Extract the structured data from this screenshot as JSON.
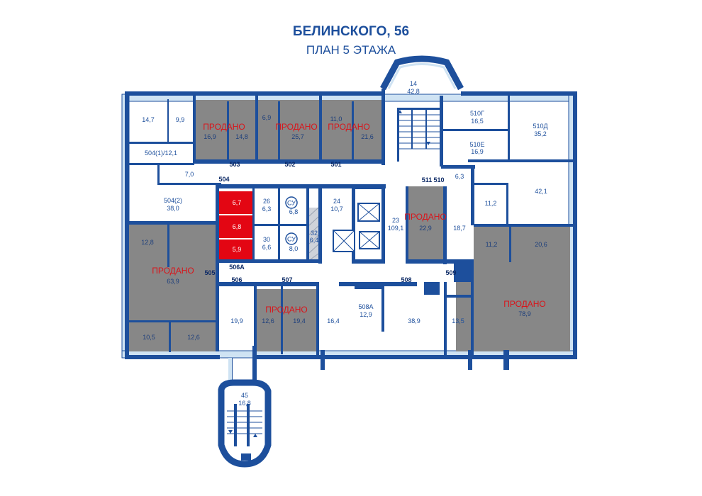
{
  "header": {
    "title": "БЕЛИНСКОГО, 56",
    "subtitle": "ПЛАН 5 ЭТАЖА"
  },
  "sold_label": "ПРОДАНО",
  "sc_label": "СУ",
  "colors": {
    "wall": "#1d4f9c",
    "sold": "#878787",
    "highlight": "#e30613",
    "sold_text": "#d9151b",
    "window": "#cfe3f3"
  },
  "rooms": {
    "r14_7": "14,7",
    "r9_9": "9,9",
    "r504_1": "504(1)/12,1",
    "r7_0": "7,0",
    "r504_2_num": "504(2)",
    "r504_2_area": "38,0",
    "r16_9": "16,9",
    "r14_8": "14,8",
    "r6_9": "6,9",
    "r25_7": "25,7",
    "r11_0": "11,0",
    "r21_6": "21,6",
    "r14_num": "14",
    "r14_area": "42,8",
    "r510g_num": "510Г",
    "r510g_area": "16,5",
    "r510e_num": "510Е",
    "r510e_area": "16,9",
    "r510d_num": "510Д",
    "r510d_area": "35,2",
    "r6_3b": "6,3",
    "r42_1": "42,1",
    "r11_2a": "11,2",
    "r11_2b": "11,2",
    "r20_6": "20,6",
    "r6_7": "6,7",
    "r6_8": "6,8",
    "r5_9": "5,9",
    "r26_num": "26",
    "r26_area": "6,3",
    "r30_num": "30",
    "r30_area": "6,6",
    "rsu1_area": "6,8",
    "rsu2_area": "8,0",
    "r32_num": "32",
    "r32_area": "6,4",
    "r24_num": "24",
    "r24_area": "10,7",
    "r23_num": "23",
    "r23_area": "109,1",
    "r22_9": "22,9",
    "r18_7": "18,7",
    "r12_8": "12,8",
    "r63_9": "63,9",
    "r10_5": "10,5",
    "r12_6a": "12,6",
    "r19_9": "19,9",
    "r12_6b": "12,6",
    "r19_4": "19,4",
    "r16_4": "16,4",
    "r508a_num": "508А",
    "r508a_area": "12,9",
    "r38_9": "38,9",
    "r13_5": "13,5",
    "r78_9": "78,9",
    "r45_num": "45",
    "r45_area": "16,8"
  },
  "units": {
    "u501": "501",
    "u502": "502",
    "u503": "503",
    "u504": "504",
    "u505": "505",
    "u506": "506",
    "u506a": "506А",
    "u507": "507",
    "u508": "508",
    "u509": "509",
    "u510": "510",
    "u511": "511"
  }
}
